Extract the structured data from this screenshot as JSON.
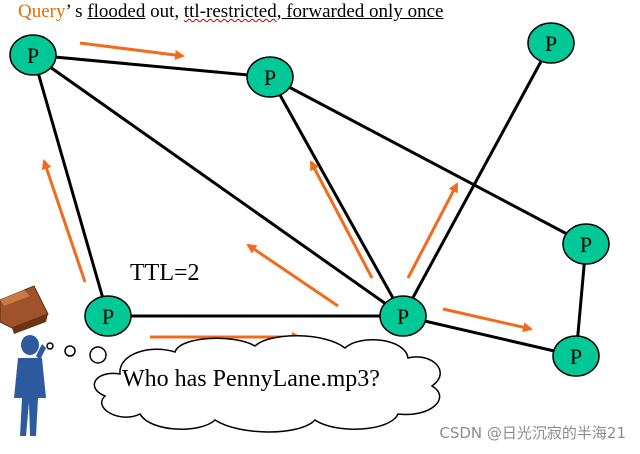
{
  "caption": {
    "query_word": "Query",
    "suffix": "’ s ",
    "flooded": "flooded",
    "mid1": " out, ",
    "ttl_restricted": "ttl-restricted",
    "forwarded": ", forwarded only once"
  },
  "ttl_label": "TTL=2",
  "query_text": "Who has PennyLane.mp3?",
  "watermark": "CSDN @日光沉寂的半海21",
  "peer_label": "P",
  "colors": {
    "peer_fill": "#00c896",
    "arrow": "#f26b1d",
    "edge": "#000000",
    "person": "#2e5aa0",
    "box": "#8b4a1f"
  },
  "diagram": {
    "nodes": [
      "peer-top-left",
      "peer-top-middle",
      "peer-top-right",
      "peer-right-middle",
      "peer-bottom-left",
      "peer-bottom-center",
      "peer-bottom-right"
    ],
    "edges": [
      [
        "peer-top-left",
        "peer-top-middle"
      ],
      [
        "peer-top-left",
        "peer-bottom-left"
      ],
      [
        "peer-top-left",
        "peer-bottom-center"
      ],
      [
        "peer-top-middle",
        "peer-bottom-center"
      ],
      [
        "peer-top-middle",
        "peer-right-middle"
      ],
      [
        "peer-top-right",
        "peer-bottom-center"
      ],
      [
        "peer-bottom-left",
        "peer-bottom-center"
      ],
      [
        "peer-bottom-center",
        "peer-bottom-right"
      ],
      [
        "peer-right-middle",
        "peer-bottom-right"
      ]
    ]
  }
}
